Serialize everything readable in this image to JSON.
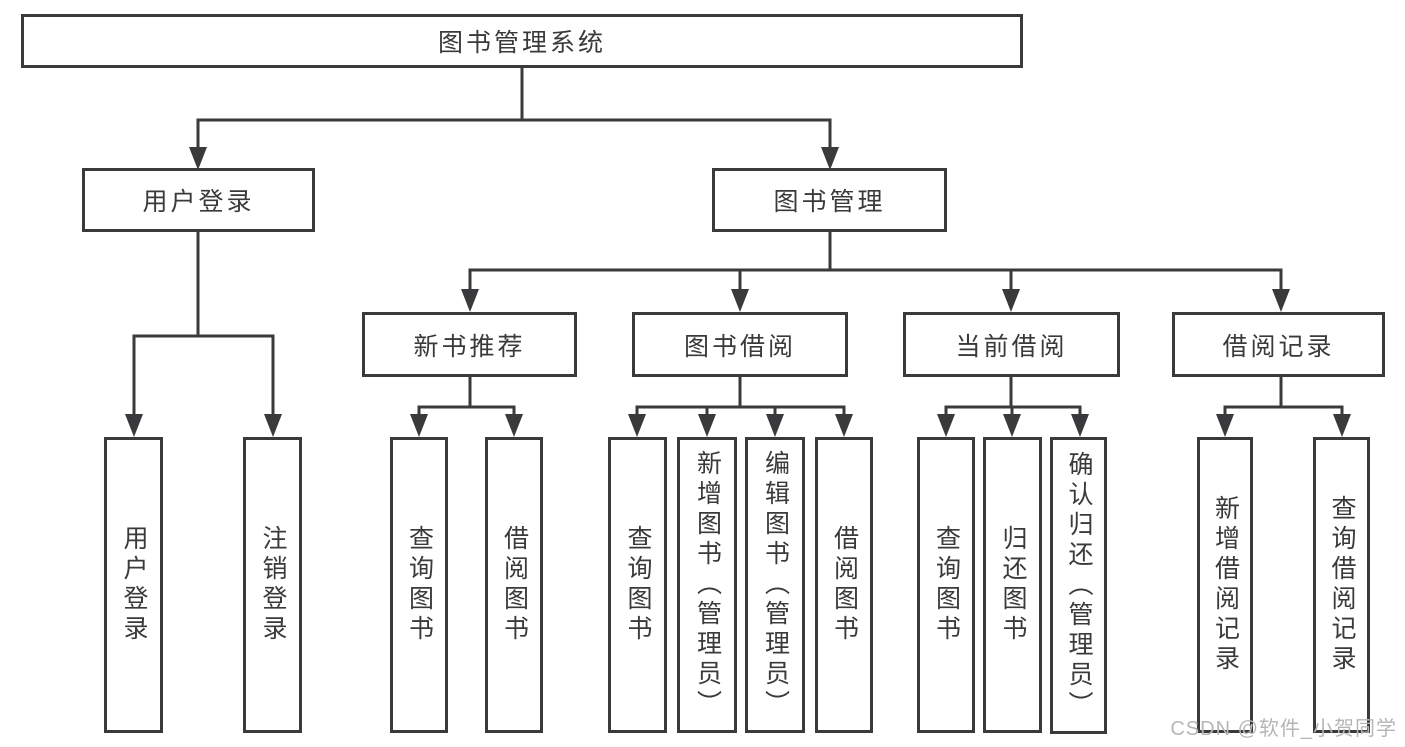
{
  "diagram_title": "图书管理系统",
  "tree": {
    "root": {
      "label": "图书管理系统"
    },
    "branches": [
      {
        "label": "用户登录",
        "children": [
          {
            "label": "用户登录"
          },
          {
            "label": "注销登录"
          }
        ]
      },
      {
        "label": "图书管理",
        "children": [
          {
            "label": "新书推荐",
            "children": [
              {
                "label": "查询图书"
              },
              {
                "label": "借阅图书"
              }
            ]
          },
          {
            "label": "图书借阅",
            "children": [
              {
                "label": "查询图书"
              },
              {
                "label": "新增图书（管理员）"
              },
              {
                "label": "编辑图书（管理员）"
              },
              {
                "label": "借阅图书"
              }
            ]
          },
          {
            "label": "当前借阅",
            "children": [
              {
                "label": "查询图书"
              },
              {
                "label": "归还图书"
              },
              {
                "label": "确认归还（管理员）"
              }
            ]
          },
          {
            "label": "借阅记录",
            "children": [
              {
                "label": "新增借阅记录"
              },
              {
                "label": "查询借阅记录"
              }
            ]
          }
        ]
      }
    ]
  },
  "watermark": "CSDN @软件_小贺同学",
  "colors": {
    "line": "#3a3a3c",
    "box_border": "#3a3a3c",
    "box_fill": "#ffffff",
    "text": "#3a3a3c",
    "background": "#ffffff",
    "watermark": "#b4b6b8"
  }
}
